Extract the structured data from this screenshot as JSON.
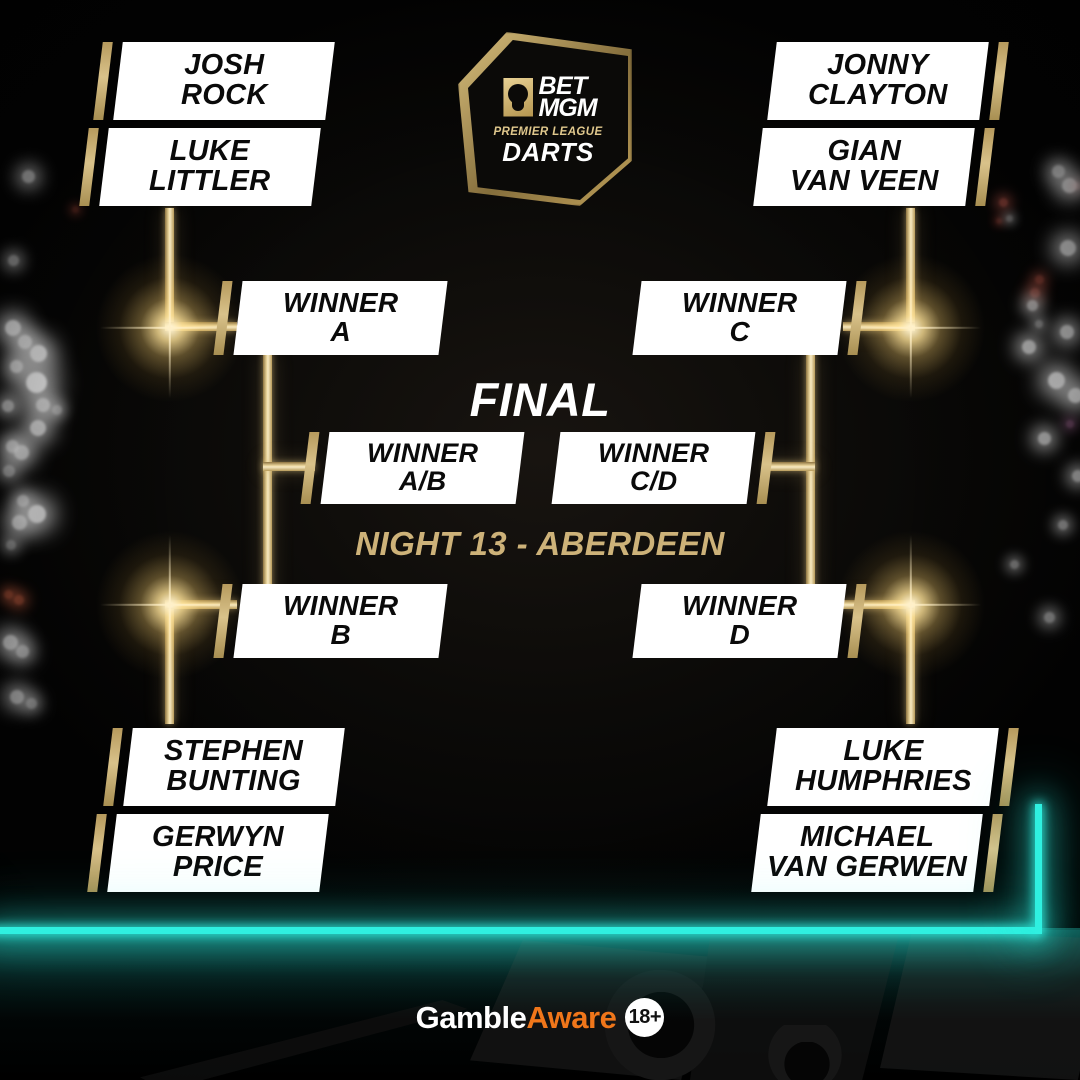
{
  "brand": {
    "logo_bet": "BET",
    "logo_mgm": "MGM",
    "logo_premier_league": "PREMIER LEAGUE",
    "logo_darts": "DARTS",
    "lion_icon": "lion-head-icon",
    "gold": "#d9c28a",
    "cyan": "#2ff0e0",
    "orange": "#f0761a"
  },
  "center": {
    "final_label": "FINAL",
    "night_label": "NIGHT 13 - ABERDEEN"
  },
  "bracket": {
    "quarter_finals": [
      {
        "id": "qf-a",
        "side": "left",
        "players": [
          "JOSH\nROCK",
          "LUKE\nLITTLER"
        ]
      },
      {
        "id": "qf-c",
        "side": "right",
        "players": [
          "JONNY\nCLAYTON",
          "GIAN\nVAN VEEN"
        ]
      },
      {
        "id": "qf-b",
        "side": "left",
        "players": [
          "STEPHEN\nBUNTING",
          "GERWYN\nPRICE"
        ]
      },
      {
        "id": "qf-d",
        "side": "right",
        "players": [
          "LUKE\nHUMPHRIES",
          "MICHAEL\nVAN GERWEN"
        ]
      }
    ],
    "semi_finals": [
      {
        "id": "sf-a",
        "label": "WINNER\nA"
      },
      {
        "id": "sf-c",
        "label": "WINNER\nC"
      },
      {
        "id": "sf-b",
        "label": "WINNER\nB"
      },
      {
        "id": "sf-d",
        "label": "WINNER\nD"
      }
    ],
    "final_slots": [
      {
        "id": "final-ab",
        "label": "WINNER\nA/B"
      },
      {
        "id": "final-cd",
        "label": "WINNER\nC/D"
      }
    ]
  },
  "footer": {
    "gamble": "Gamble",
    "aware": "Aware",
    "age_badge": "18+"
  }
}
